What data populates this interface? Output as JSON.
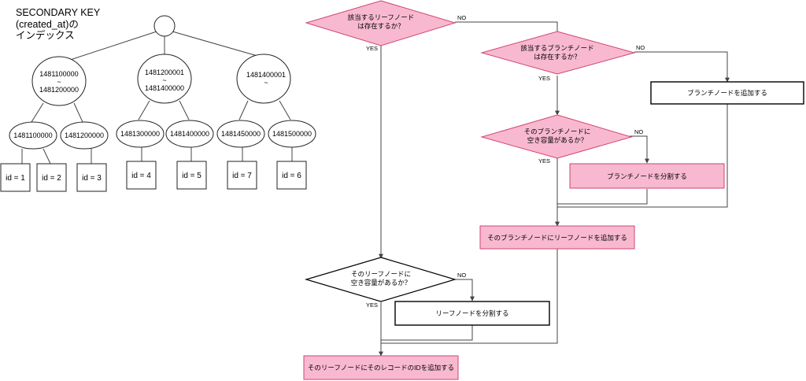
{
  "index_tree": {
    "title": [
      "SECONDARY KEY",
      "(created_at)の",
      "インデックス"
    ],
    "internal_nodes": [
      [
        "1481100000",
        "~",
        "1481200000"
      ],
      [
        "1481200001",
        "~",
        "1481400000"
      ],
      [
        "1481400001",
        "~"
      ]
    ],
    "leaf_keys": [
      "1481100000",
      "1481200000",
      "1481300000",
      "1481400000",
      "1481450000",
      "1481500000"
    ],
    "records": [
      "id = 1",
      "id = 2",
      "id = 3",
      "id = 4",
      "id = 5",
      "id = 7",
      "id = 6"
    ]
  },
  "flowchart": {
    "decisions": {
      "leaf_exists": [
        "該当するリーフノード",
        "は存在するか？"
      ],
      "branch_exists": [
        "該当するブランチノード",
        "は存在するか？"
      ],
      "branch_space": [
        "そのブランチノードに",
        "空き容量があるか？"
      ],
      "leaf_space": [
        "そのリーフノードに",
        "空き容量があるか？"
      ]
    },
    "actions": {
      "add_branch": "ブランチノードを追加する",
      "split_branch": "ブランチノードを分割する",
      "add_leaf_to_branch": "そのブランチノードにリーフノードを追加する",
      "split_leaf": "リーフノードを分割する",
      "add_id_to_leaf": "そのリーフノードにそのレコードのIDを追加する"
    },
    "labels": {
      "yes": "YES",
      "no": "NO"
    }
  }
}
